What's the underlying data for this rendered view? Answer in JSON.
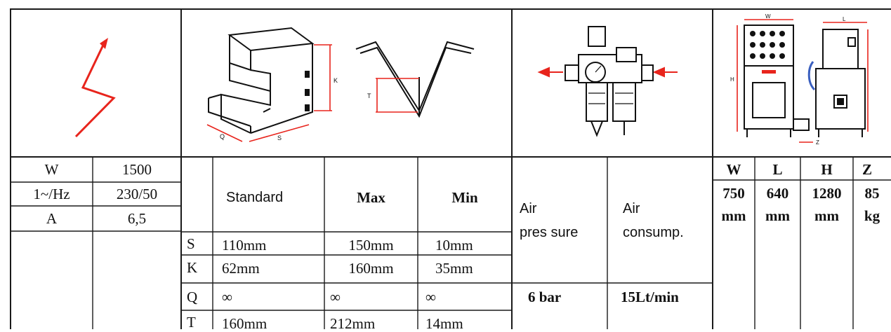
{
  "icons": {
    "electric": "lightning-bolt-icon",
    "profile": "sheet-profile-drawing",
    "air": "air-filter-regulator-drawing",
    "machine": "machine-dimensions-drawing"
  },
  "accent_color": "#e8241c",
  "electrical": {
    "rows": [
      {
        "label": "W",
        "value": "1500"
      },
      {
        "label": "1~/Hz",
        "value": "230/50"
      },
      {
        "label": "A",
        "value": "6,5"
      }
    ]
  },
  "profile_diagram": {
    "label_q": "Q",
    "label_s": "S",
    "label_k": "K",
    "label_t": "T"
  },
  "capacity": {
    "headers": {
      "standard": "Standard",
      "max": "Max",
      "min": "Min"
    },
    "rows": [
      {
        "label": "S",
        "standard": "110mm",
        "max": "150mm",
        "min": "10mm"
      },
      {
        "label": "K",
        "standard": "62mm",
        "max": "160mm",
        "min": "35mm"
      },
      {
        "label": "Q",
        "standard": "∞",
        "max": "∞",
        "min": "∞"
      },
      {
        "label": "T",
        "standard": "160mm",
        "max": "212mm",
        "min": "14mm"
      }
    ]
  },
  "air": {
    "pressure_label_1": "Air",
    "pressure_label_2": "pres sure",
    "consumption_label_1": "Air",
    "consumption_label_2": "consump.",
    "pressure_value": "6 bar",
    "consumption_value": "15Lt/min"
  },
  "machine_diagram": {
    "label_w": "W",
    "label_l": "L",
    "label_h": "H",
    "label_z": "Z"
  },
  "dimensions": {
    "headers": [
      "W",
      "L",
      "H",
      "Z"
    ],
    "values_1": [
      "750",
      "640",
      "1280",
      "85"
    ],
    "values_2": [
      "mm",
      "mm",
      "mm",
      "kg"
    ]
  }
}
